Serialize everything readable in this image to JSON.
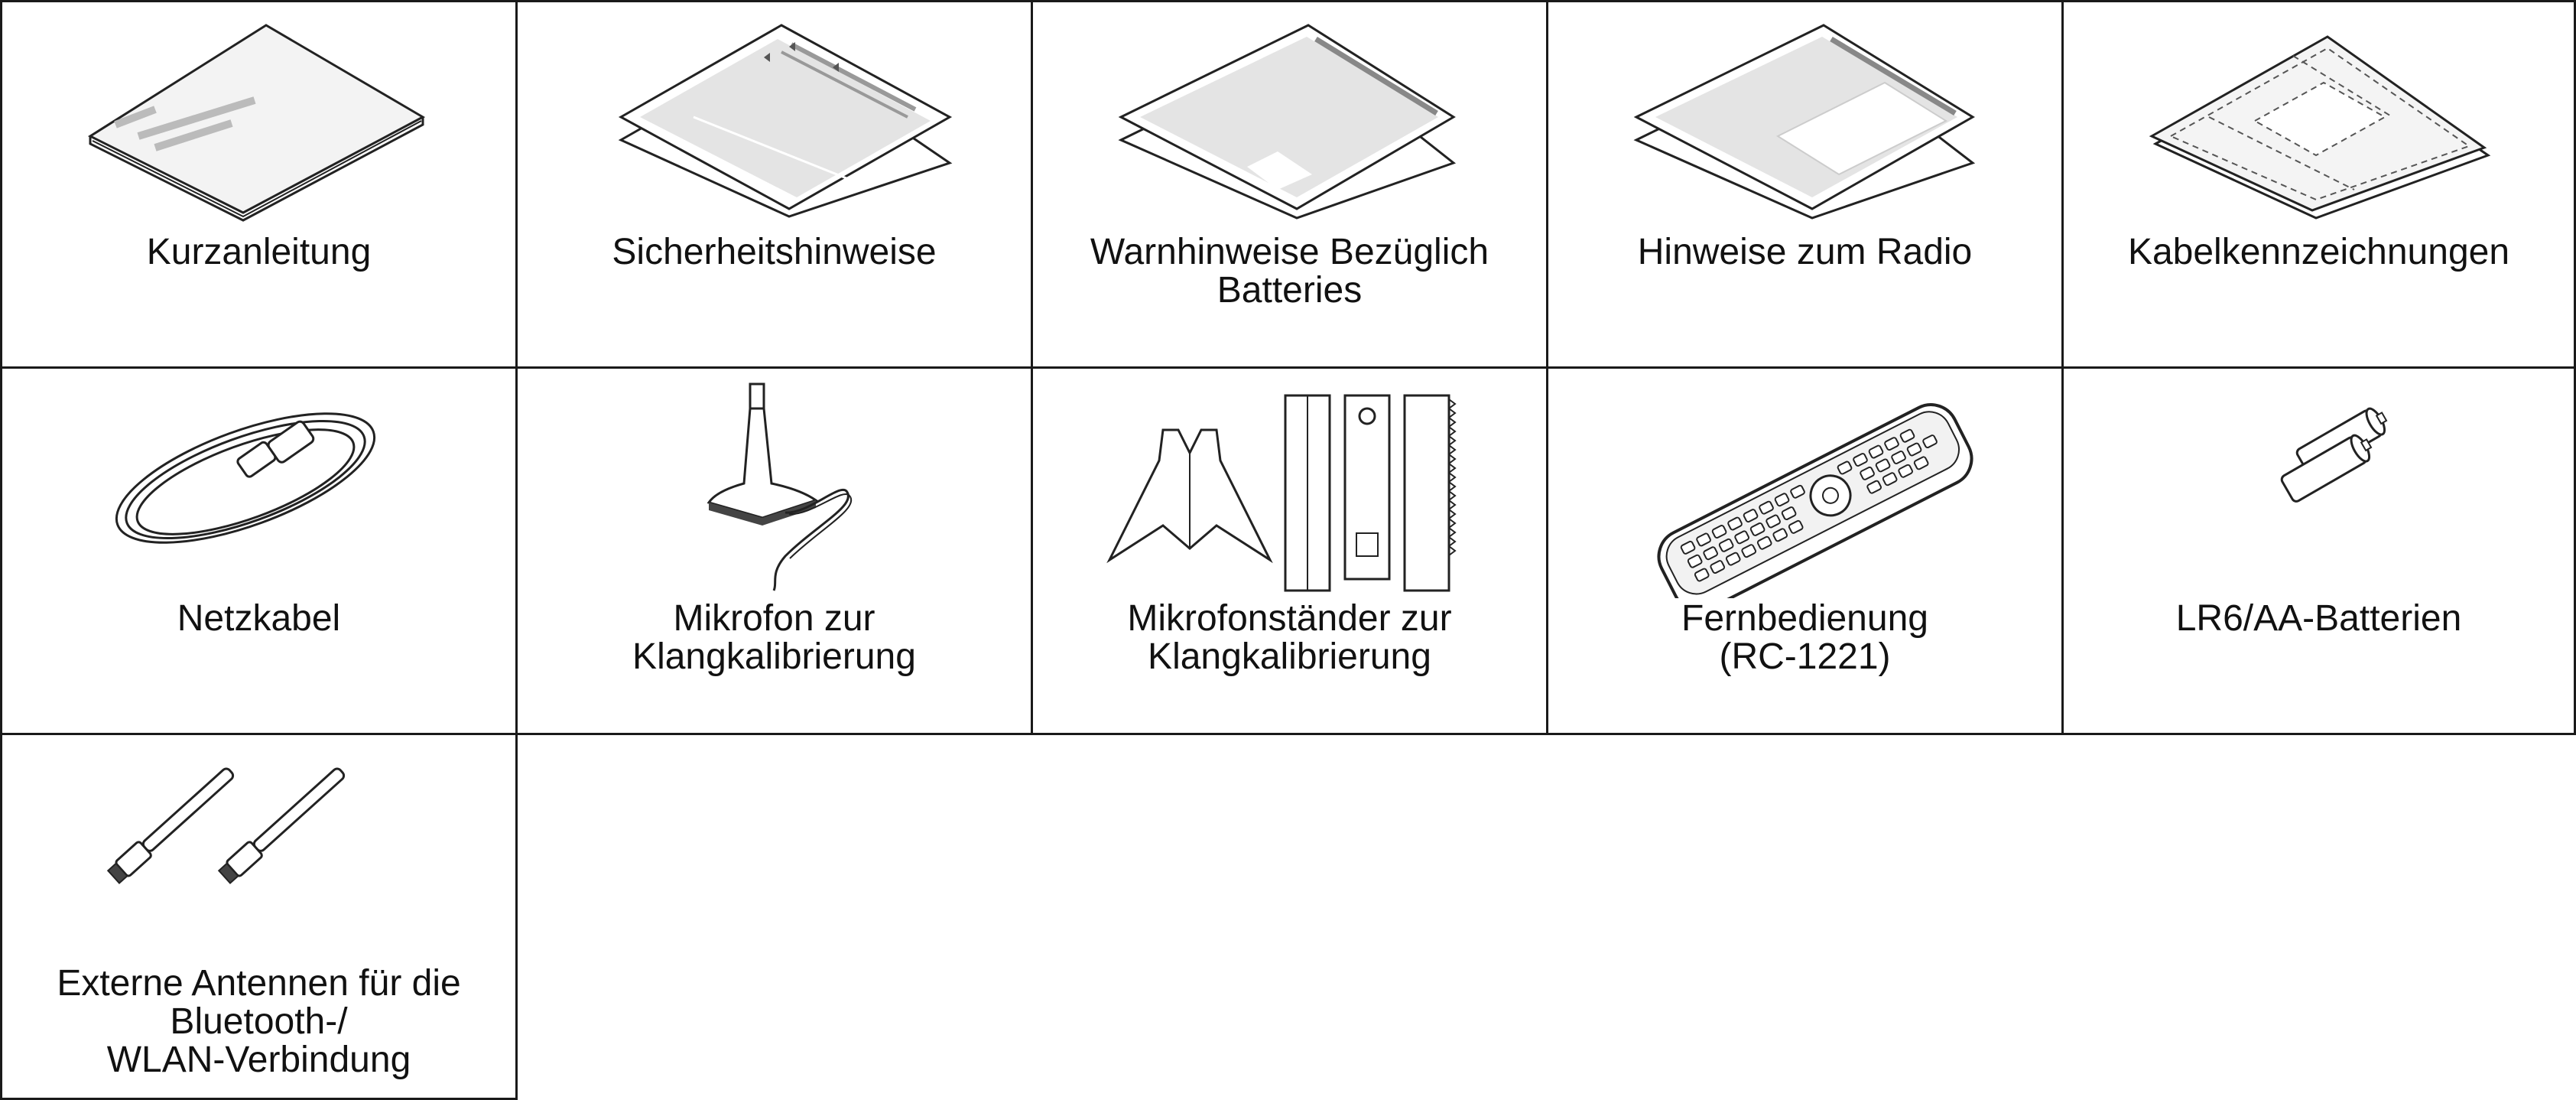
{
  "items": [
    {
      "lines": [
        "Kurzanleitung"
      ],
      "icon": "booklet-icon"
    },
    {
      "lines": [
        "Sicherheitshinweise"
      ],
      "icon": "safety-sheet-icon"
    },
    {
      "lines": [
        "Warnhinweise Bezüglich",
        "Batteries"
      ],
      "icon": "battery-warning-sheet-icon"
    },
    {
      "lines": [
        "Hinweise zum Radio"
      ],
      "icon": "radio-notes-sheet-icon"
    },
    {
      "lines": [
        "Kabelkennzeichnungen"
      ],
      "icon": "cable-labels-sheet-icon"
    },
    {
      "lines": [
        "Netzkabel"
      ],
      "icon": "power-cord-icon"
    },
    {
      "lines": [
        "Mikrofon zur",
        "Klangkalibrierung"
      ],
      "icon": "microphone-icon"
    },
    {
      "lines": [
        "Mikrofonständer zur",
        "Klangkalibrierung"
      ],
      "icon": "microphone-stand-icon"
    },
    {
      "lines": [
        "Fernbedienung",
        "(RC-1221)"
      ],
      "icon": "remote-control-icon"
    },
    {
      "lines": [
        "LR6/AA-Batterien"
      ],
      "icon": "aa-batteries-icon"
    },
    {
      "lines": [
        "Externe Antennen für die",
        "Bluetooth-/",
        "WLAN-Verbindung"
      ],
      "icon": "antennas-icon"
    }
  ]
}
